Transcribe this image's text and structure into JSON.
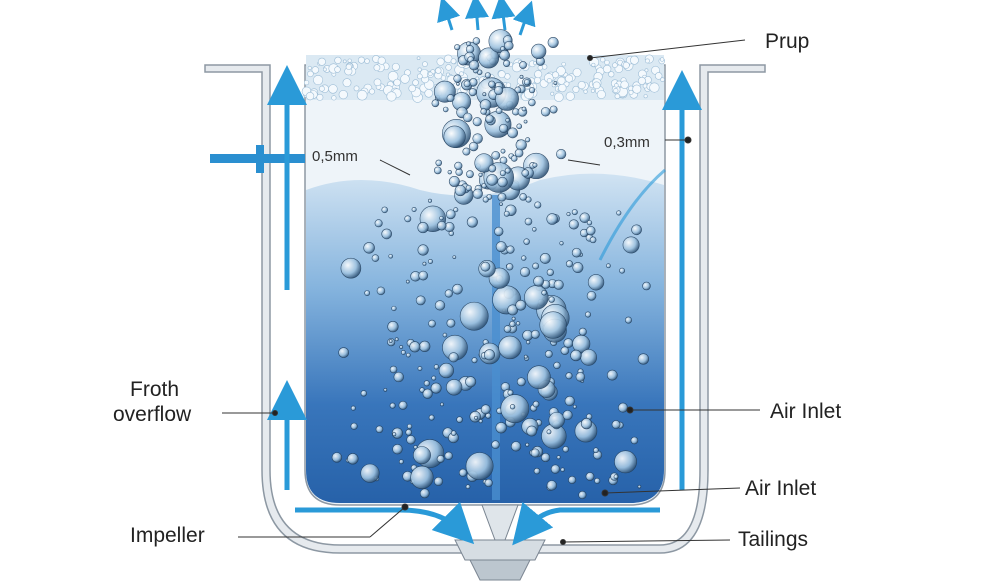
{
  "labels": {
    "pulp": "Prup",
    "size_left": "0,5mm",
    "size_right": "0,3mm",
    "froth_line1": "Froth",
    "froth_line2": "overflow",
    "air_inlet_1": "Air Inlet",
    "air_inlet_2": "Air Inlet",
    "impeller": "Impeller",
    "tailings": "Tailings"
  },
  "colors": {
    "water_dark": "#1f5fa8",
    "water_light": "#9cc4e6",
    "arrow": "#2a9ad8",
    "wall": "#e8ecef",
    "froth": "#dbe9f3"
  }
}
